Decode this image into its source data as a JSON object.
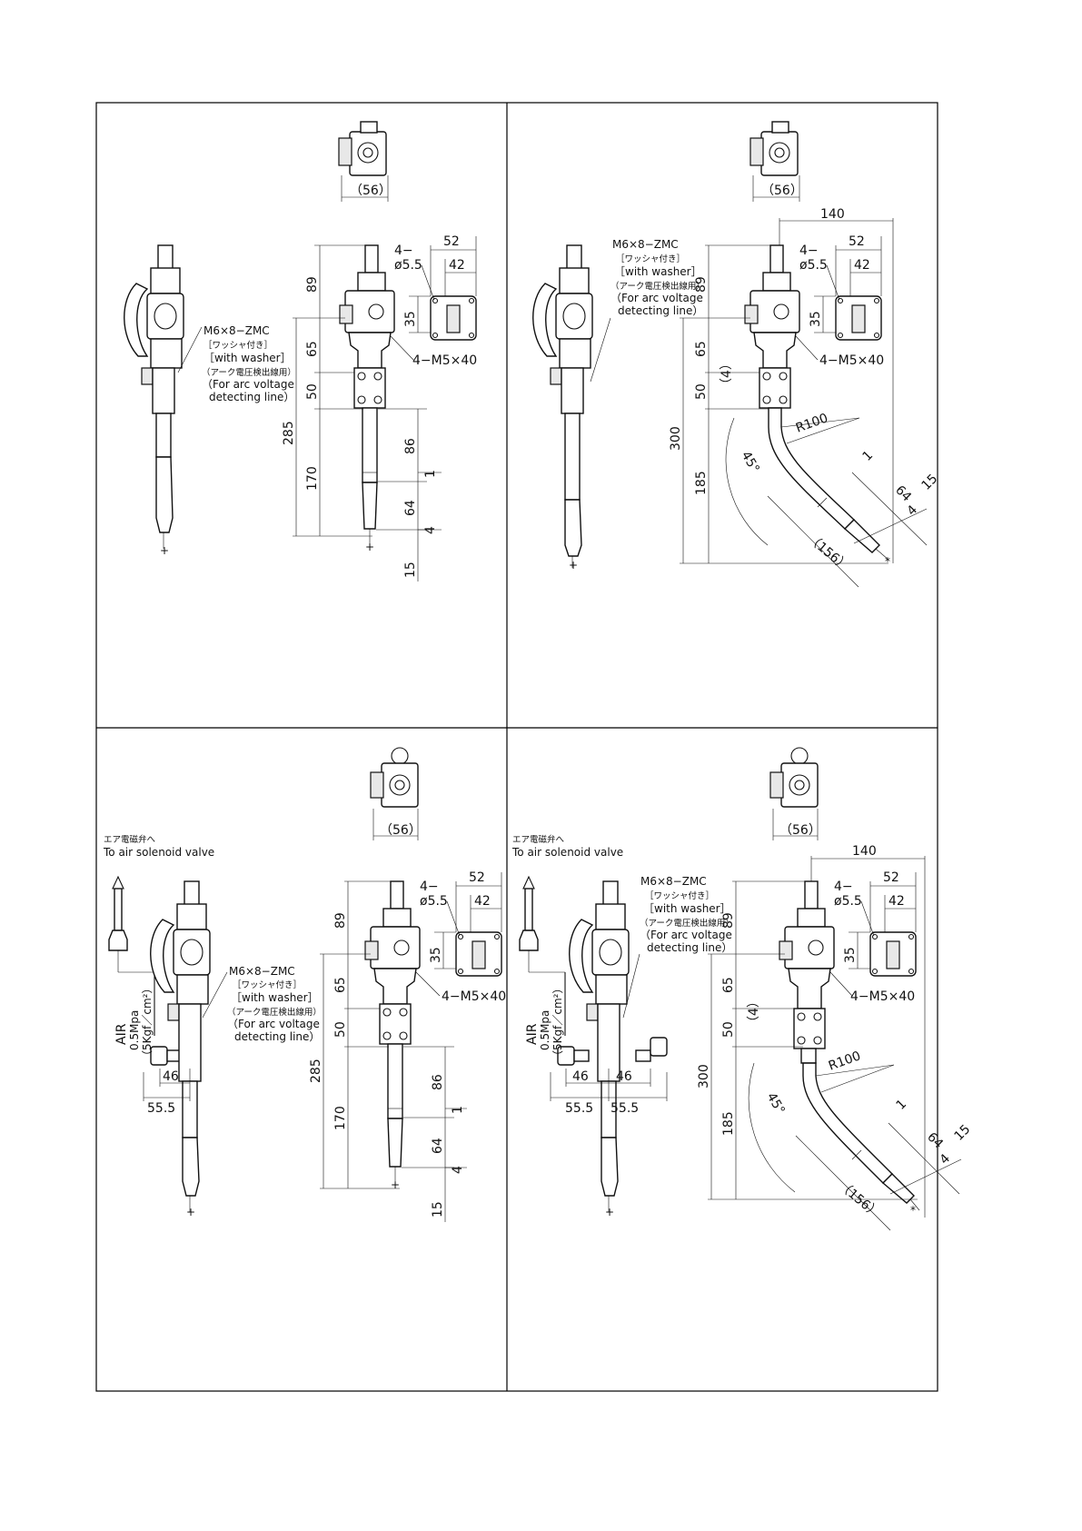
{
  "panels": [
    {
      "id": "straight-no-air",
      "callout": {
        "part": "M6×8−ZMC",
        "jp_washer": "［ワッシャ付き］",
        "en_washer": "［with washer］",
        "jp_arc": "（アーク電圧検出線用）",
        "en_arc_1": "（For arc voltage",
        "en_arc_2": "detecting line）"
      },
      "dims": {
        "top_width": "（56）",
        "d52": "52",
        "d42": "42",
        "holes_a": "4−",
        "holes_b": "ø5.5",
        "d35": "35",
        "bolts": "4−M5×40",
        "d89": "89",
        "d65": "65",
        "d50": "50",
        "d285": "285",
        "d170": "170",
        "d86": "86",
        "d64": "64",
        "d1": "1",
        "d4": "4",
        "d15": "15"
      }
    },
    {
      "id": "bent-no-air",
      "callout": {
        "part": "M6×8−ZMC",
        "jp_washer": "［ワッシャ付き］",
        "en_washer": "［with washer］",
        "jp_arc": "（アーク電圧検出線用）",
        "en_arc_1": "（For arc voltage",
        "en_arc_2": "detecting line）"
      },
      "dims": {
        "top_width": "（56）",
        "d140": "140",
        "d52": "52",
        "d42": "42",
        "holes_a": "4−",
        "holes_b": "ø5.5",
        "d35": "35",
        "bolts": "4−M5×40",
        "d89": "89",
        "d65": "65",
        "d50": "50",
        "d4p": "（4）",
        "d300": "300",
        "d185": "185",
        "r100": "R100",
        "angle": "45°",
        "d1": "1",
        "d64": "64",
        "d15": "15",
        "d4": "4",
        "d156": "（156）"
      }
    },
    {
      "id": "straight-air",
      "air": {
        "jp_to": "エア電磁弁へ",
        "en_to": "To air solenoid valve",
        "air": "AIR",
        "pressure": "0.5Mpa",
        "kgf": "（5Kgf／cm²）",
        "d46": "46",
        "d55": "55.5"
      },
      "callout": {
        "part": "M6×8−ZMC",
        "jp_washer": "［ワッシャ付き］",
        "en_washer": "［with washer］",
        "jp_arc": "（アーク電圧検出線用）",
        "en_arc_1": "（For arc voltage",
        "en_arc_2": "detecting line）"
      },
      "dims": {
        "top_width": "（56）",
        "d52": "52",
        "d42": "42",
        "holes_a": "4−",
        "holes_b": "ø5.5",
        "d35": "35",
        "bolts": "4−M5×40",
        "d89": "89",
        "d65": "65",
        "d50": "50",
        "d285": "285",
        "d170": "170",
        "d86": "86",
        "d64": "64",
        "d1": "1",
        "d4": "4",
        "d15": "15"
      }
    },
    {
      "id": "bent-air",
      "air": {
        "jp_to": "エア電磁弁へ",
        "en_to": "To air solenoid valve",
        "air": "AIR",
        "pressure": "0.5Mpa",
        "kgf": "（5Kgf／cm²）",
        "d46a": "46",
        "d46b": "46",
        "d55a": "55.5",
        "d55b": "55.5"
      },
      "callout": {
        "part": "M6×8−ZMC",
        "jp_washer": "［ワッシャ付き］",
        "en_washer": "［with washer］",
        "jp_arc": "（アーク電圧検出線用）",
        "en_arc_1": "（For arc voltage",
        "en_arc_2": "detecting line）"
      },
      "dims": {
        "top_width": "（56）",
        "d140": "140",
        "d52": "52",
        "d42": "42",
        "holes_a": "4−",
        "holes_b": "ø5.5",
        "d35": "35",
        "bolts": "4−M5×40",
        "d89": "89",
        "d65": "65",
        "d50": "50",
        "d4p": "（4）",
        "d300": "300",
        "d185": "185",
        "r100": "R100",
        "angle": "45°",
        "d1": "1",
        "d64": "64",
        "d15": "15",
        "d4": "4",
        "d156": "（156）"
      }
    }
  ]
}
